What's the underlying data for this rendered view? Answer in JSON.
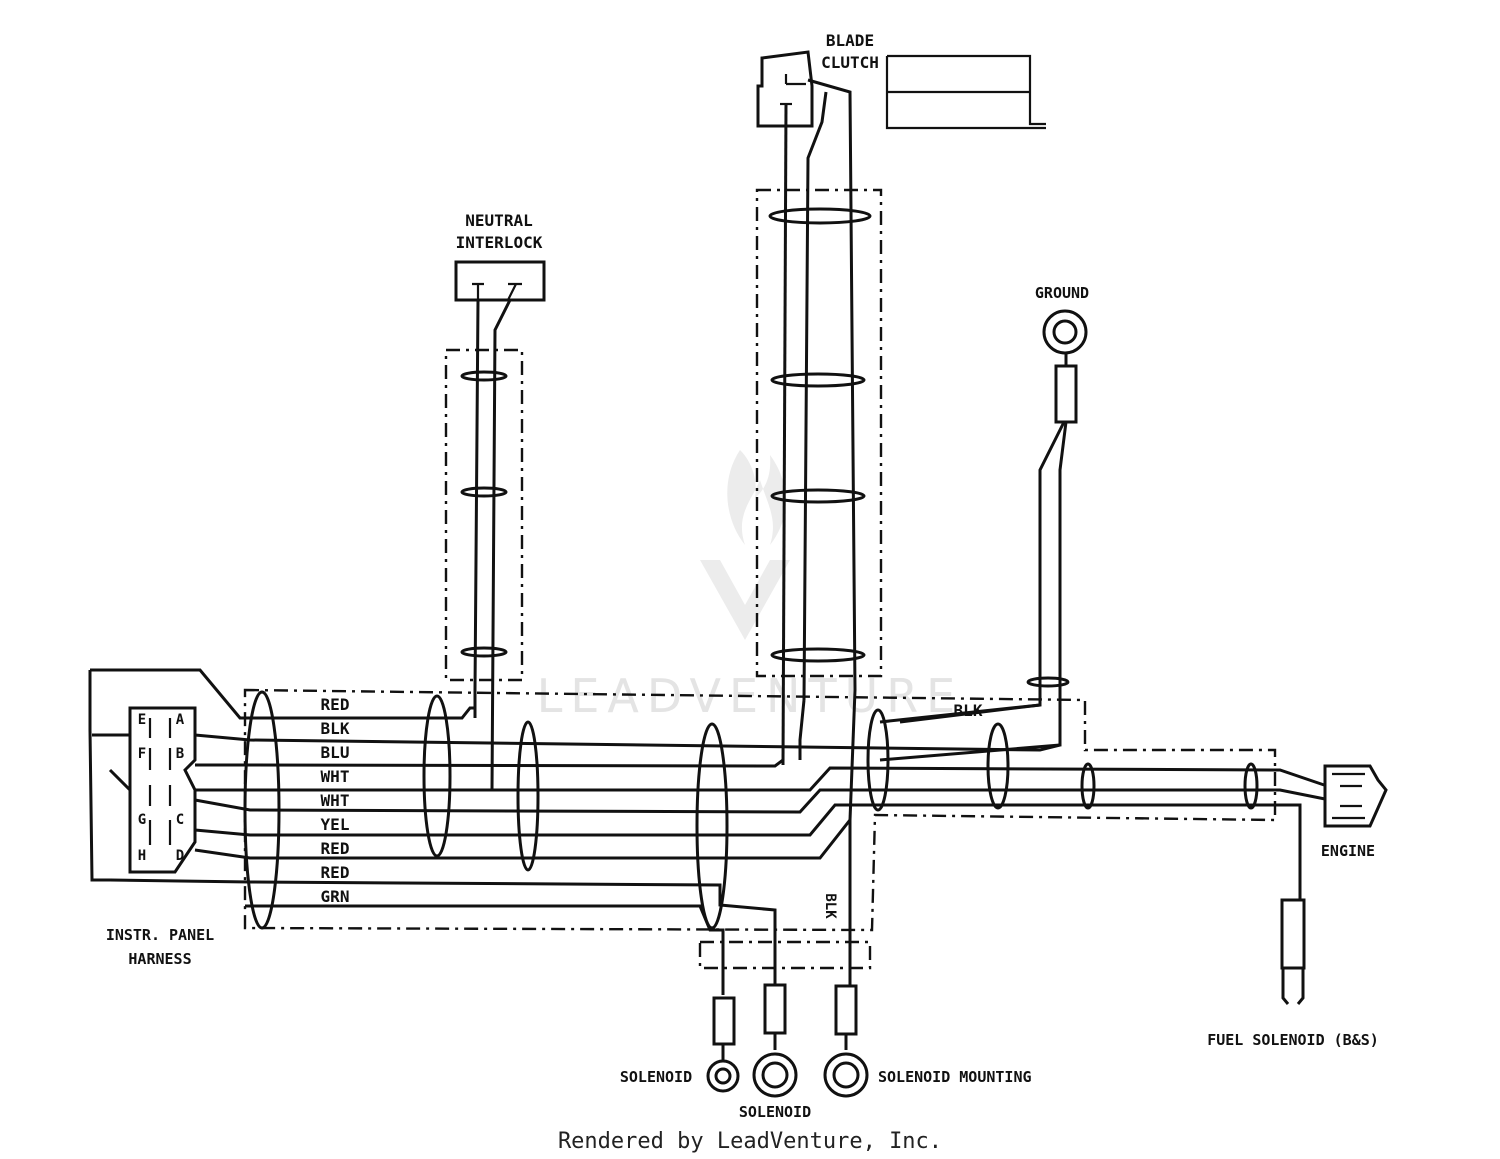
{
  "components": {
    "blade_clutch": [
      "BLADE",
      "CLUTCH"
    ],
    "neutral_interlock": [
      "NEUTRAL",
      "INTERLOCK"
    ],
    "ground": "GROUND",
    "engine": "ENGINE",
    "fuel_solenoid": "FUEL SOLENOID (B&S)",
    "solenoid_left": "SOLENOID",
    "solenoid_center": "SOLENOID",
    "solenoid_mounting": "SOLENOID MOUNTING",
    "instr_panel_harness": [
      "INSTR. PANEL",
      "HARNESS"
    ]
  },
  "connector_pins": [
    "E",
    "A",
    "F",
    "B",
    "G",
    "C",
    "H",
    "D"
  ],
  "wire_labels": [
    "RED",
    "BLK",
    "BLU",
    "WHT",
    "WHT",
    "YEL",
    "RED",
    "RED",
    "GRN"
  ],
  "blk_ground_label": "BLK",
  "blk_vertical_label": "BLK",
  "watermark": "LEADVENTURE",
  "footer": "Rendered by LeadVenture, Inc."
}
